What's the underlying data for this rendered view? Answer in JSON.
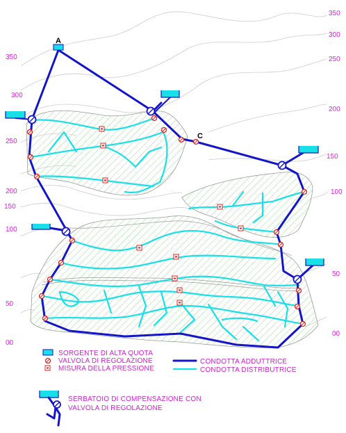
{
  "contour_labels_left": [
    "350",
    "300",
    "250",
    "200",
    "150",
    "100",
    "50",
    "00"
  ],
  "contour_labels_right": [
    "350",
    "300",
    "250",
    "200",
    "150",
    "100",
    "50",
    "00"
  ],
  "points": {
    "a": "A",
    "c": "C"
  },
  "legend": {
    "source": "SORGENTE DI ALTA QUOTA",
    "valve": "VALVOLA DI REGOLAZIONE",
    "pressure": "MISURA DELLA PRESSIONE",
    "adduttrice": "CONDOTTA ADDUTTRICE",
    "distributrice": "CONDOTTA DISTRIBUTRICE",
    "tank_line1": "SERBATOIO DI COMPENSAZIONE CON",
    "tank_line2": "VALVOLA DI REGOLAZIONE"
  },
  "colors": {
    "adduttrice": "#1414c8",
    "distributrice": "#19e0e8",
    "labels": "#e01fe0",
    "hatch": "#8fd48f",
    "valve": "#e02020",
    "tank": "#19e0e8"
  }
}
